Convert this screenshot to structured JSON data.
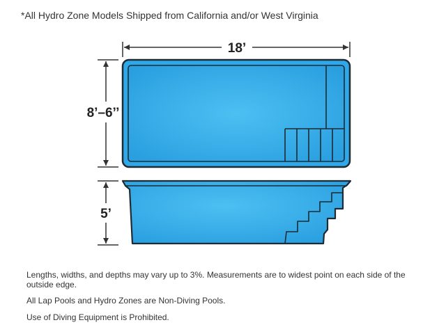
{
  "header_note": "*All Hydro Zone Models Shipped from California and/or West Virginia",
  "dimensions": {
    "length": "18’",
    "width": "8’–6’’",
    "depth": "5’"
  },
  "notes": [
    "Lengths, widths, and depths may vary up to 3%. Measurements are to widest point on each side of the outside edge.",
    "All Lap Pools and Hydro Zones are Non-Diving Pools.",
    "Use of Diving Equipment is Prohibited."
  ],
  "colors": {
    "pool_blue": "#2ea8e8",
    "pool_outline": "#1f2a33",
    "dimension_line": "#333333"
  }
}
